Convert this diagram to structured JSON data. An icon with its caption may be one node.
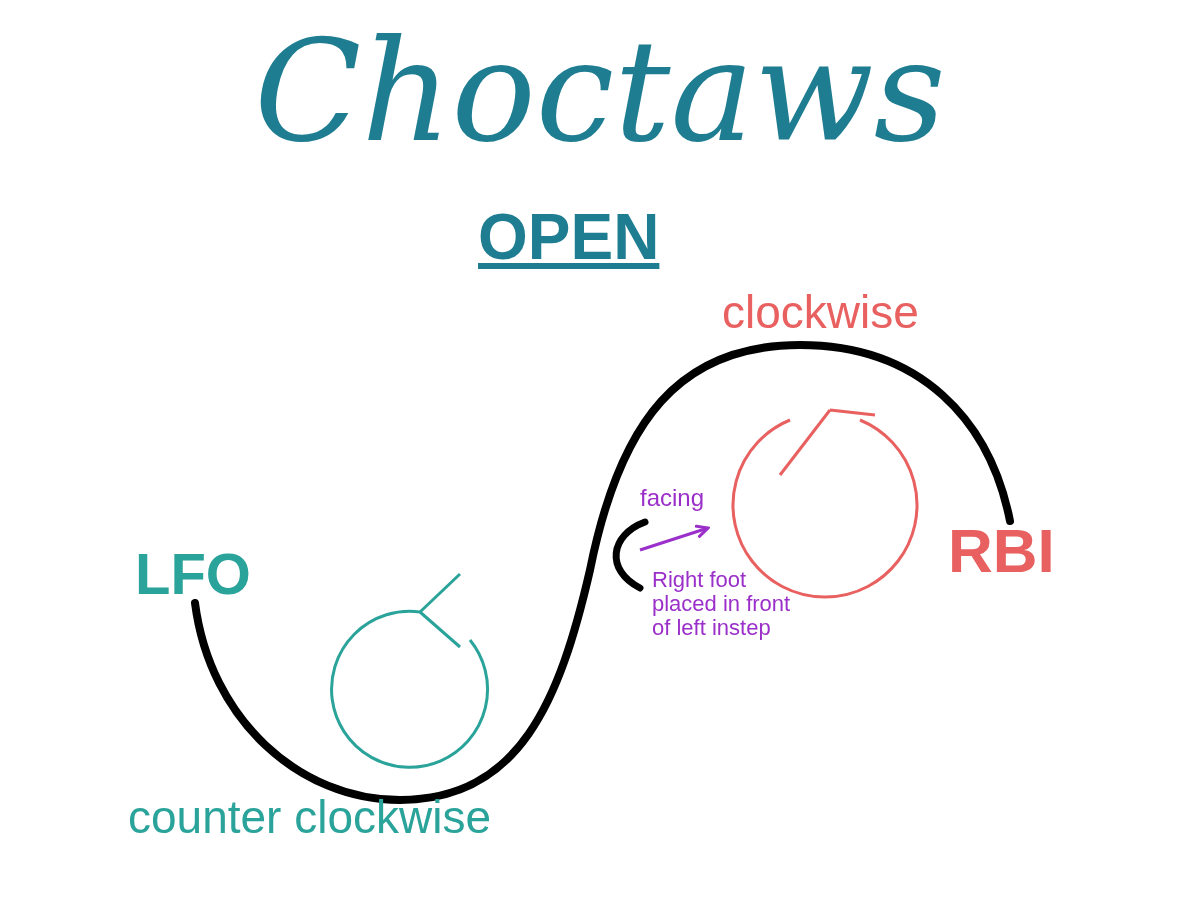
{
  "diagram": {
    "title": "Choctaws",
    "nodes": [
      {
        "text": [
          "LFO"
        ]
      },
      {
        "text": [
          "RBI"
        ]
      }
    ],
    "edges": [
      {
        "from": 0,
        "to": 1,
        "arrow": "none"
      }
    ],
    "labels": [
      "OPEN",
      "clockwise",
      "facing",
      "Right foot placed in front of left instep",
      "counter clockwise"
    ]
  }
}
